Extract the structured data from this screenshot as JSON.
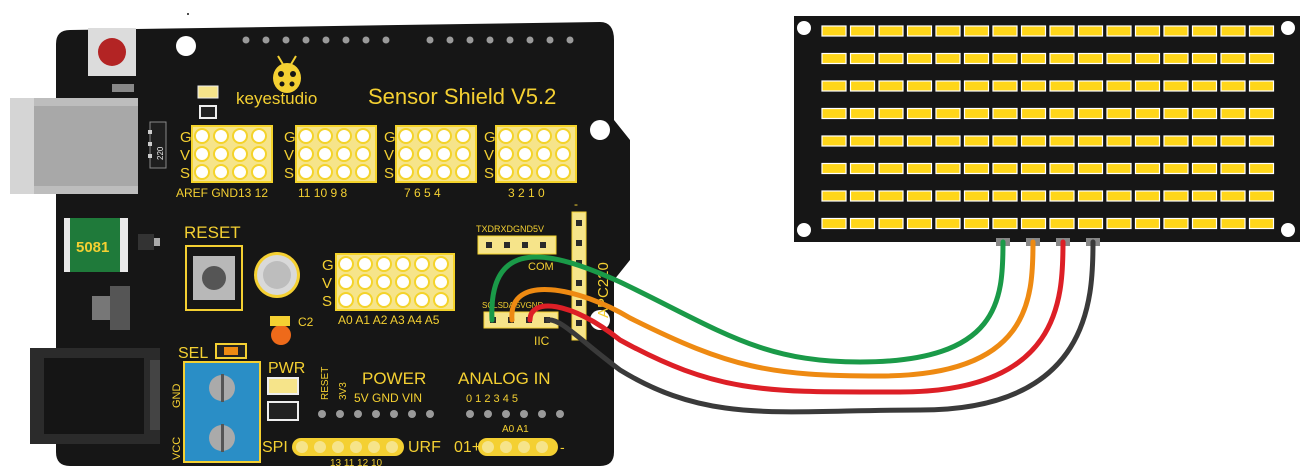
{
  "board": {
    "brand": "keyestudio",
    "title": "Sensor Shield  V5.2",
    "reset_label": "RESET",
    "sel_label": "SEL",
    "pwr_label": "PWR",
    "c2_label": "C2",
    "chip_label": "5081",
    "res_label": "220",
    "power_header": "POWER",
    "analog_header": "ANALOG IN",
    "spi_label": "SPI",
    "urf_label": "URF",
    "gnd_label": "GND",
    "vcc_label": "VCC",
    "reset_pin_label": "RESET",
    "v33_label": "3V3",
    "power_pins": "5V  GND  VIN",
    "analog_nums": "0   1   2   3   4   5",
    "a0a1_small": "A0  A1",
    "urf_row": "01+",
    "spi_nums": "13  11  12  10",
    "uart_label": "TXDRXDGND5V",
    "com_label": "COM",
    "apc_label": "APC220",
    "iic_pins": "SCLSDA 5VGND",
    "iic_label": "IIC",
    "gvs": [
      "G",
      "V",
      "S"
    ],
    "block1_pins": "AREF GND13 12",
    "block2_pins": "11  10   9   8",
    "block3_pins": "7   6   5   4",
    "block4_pins": "3   2   1   0",
    "analog_block_pins": "A0 A1  A2 A3  A4 A5"
  },
  "wires": [
    {
      "name": "green-wire",
      "color": "#1a9a48"
    },
    {
      "name": "orange-wire",
      "color": "#ee8a12"
    },
    {
      "name": "red-wire",
      "color": "#dd1f26"
    },
    {
      "name": "black-wire",
      "color": "#3a3a3a"
    }
  ],
  "colors": {
    "board": "#161616",
    "pcb_yellow": "#f4d32a",
    "header_yellow": "#f6e48a",
    "terminal_blue": "#2a8ec6",
    "led_yellow": "#ffd61a",
    "text_yellow": "#f4d032"
  },
  "led_matrix": {
    "rows": 8,
    "cols": 16
  }
}
